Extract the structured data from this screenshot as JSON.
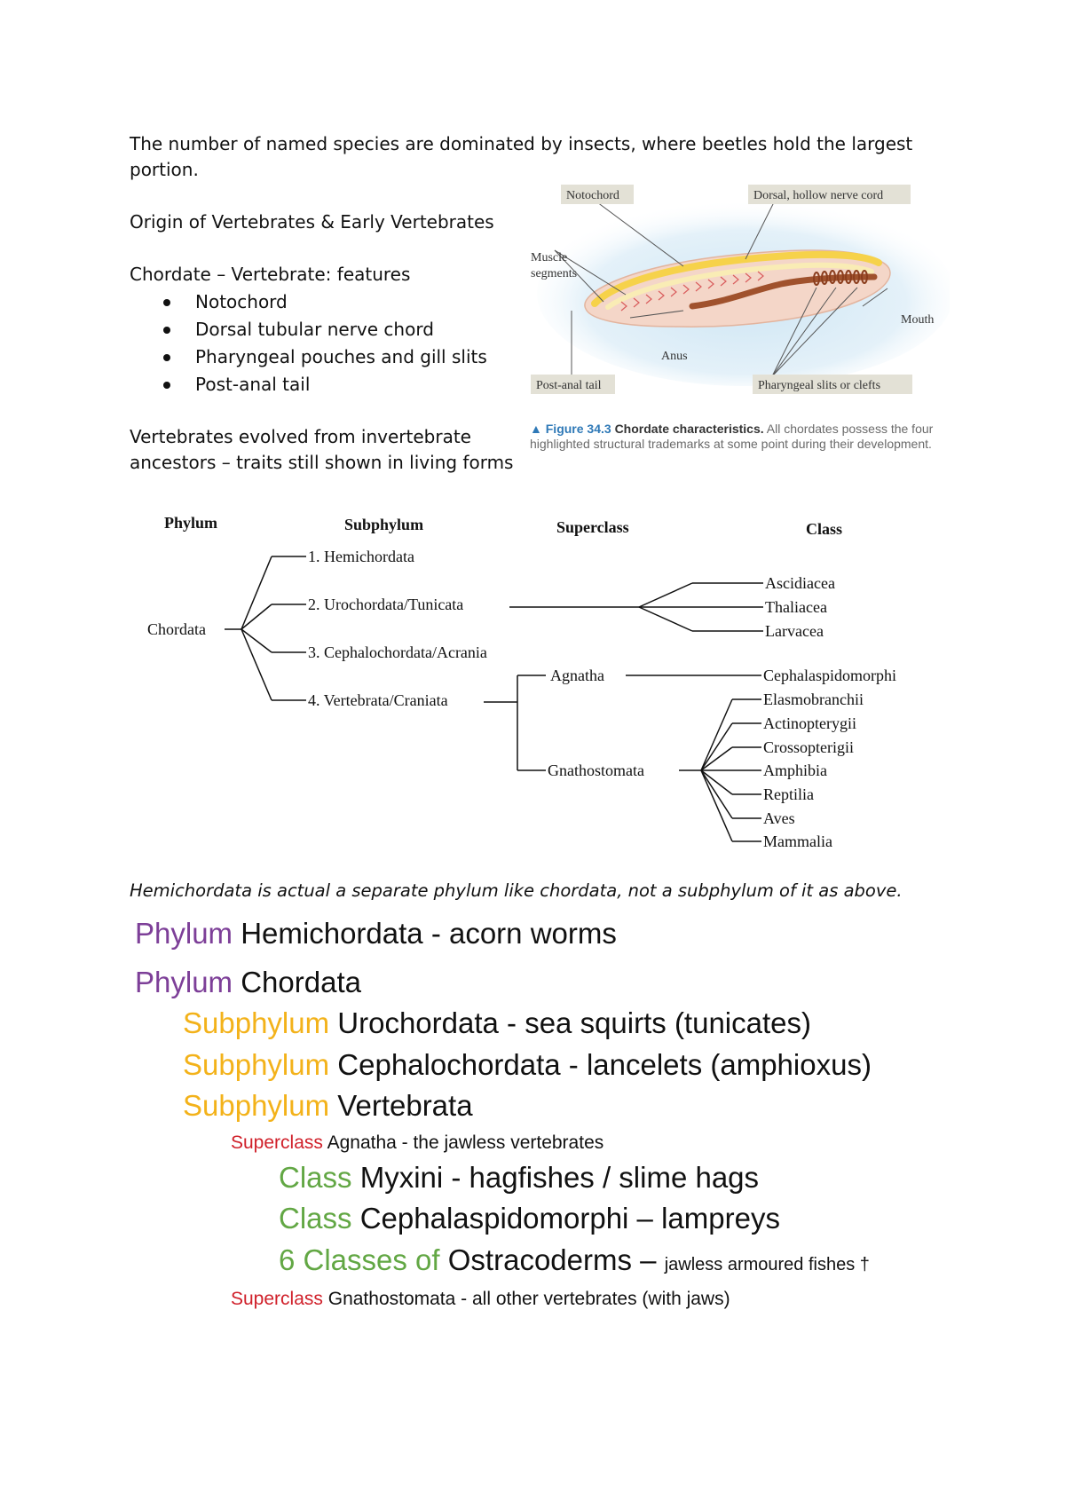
{
  "intro": {
    "line1": "The number of named species are dominated by insects, where beetles hold the largest",
    "line2": "portion."
  },
  "section_title": "Origin of Vertebrates & Early Vertebrates",
  "features": {
    "heading": "Chordate – Vertebrate: features",
    "items": [
      "Notochord",
      "Dorsal tubular nerve chord",
      "Pharyngeal pouches and gill slits",
      "Post-anal tail"
    ]
  },
  "evolution": {
    "line1": "Vertebrates evolved from invertebrate",
    "line2": "ancestors – traits still shown in living forms"
  },
  "figure": {
    "labels": {
      "notochord": "Notochord",
      "nerve_cord": "Dorsal, hollow nerve cord",
      "muscle1": "Muscle",
      "muscle2": "segments",
      "mouth": "Mouth",
      "anus": "Anus",
      "post_anal": "Post-anal tail",
      "pharyngeal": "Pharyngeal slits or clefts"
    },
    "caption": {
      "fig": "▲ Figure 34.3",
      "title": "Chordate characteristics.",
      "text": "All chordates possess the four highlighted structural trademarks at some point during their development."
    }
  },
  "tree": {
    "headers": {
      "phylum": "Phylum",
      "subphylum": "Subphylum",
      "superclass": "Superclass",
      "class": "Class"
    },
    "phylum": "Chordata",
    "subphyla": [
      "1.  Hemichordata",
      "2.  Urochordata/Tunicata",
      "3.  Cephalochordata/Acrania",
      "4.  Vertebrata/Craniata"
    ],
    "superclasses": [
      "Agnatha",
      "Gnathostomata"
    ],
    "uro_classes": [
      "Ascidiacea",
      "Thaliacea",
      "Larvacea"
    ],
    "agnatha_class": "Cephalaspidomorphi",
    "gnatho_classes": [
      "Elasmobranchii",
      "Actinopterygii",
      "Crossopterigii",
      "Amphibia",
      "Reptilia",
      "Aves",
      "Mammalia"
    ]
  },
  "note": "Hemichordata is actual a separate phylum like chordata, not a subphylum of it as above.",
  "taxonomy": [
    {
      "rank": "Phylum",
      "name": "Hemichordata - acorn worms"
    },
    {
      "rank": "Phylum",
      "name": "Chordata"
    },
    {
      "rank": "Subphylum",
      "name": "Urochordata - sea squirts (tunicates)"
    },
    {
      "rank": "Subphylum",
      "name": "Cephalochordata - lancelets (amphioxus)"
    },
    {
      "rank": "Subphylum",
      "name": "Vertebrata"
    },
    {
      "rank": "Superclass",
      "name": "Agnatha - the jawless vertebrates"
    },
    {
      "rank": "Class",
      "name": "Myxini - hagfishes / slime hags"
    },
    {
      "rank": "Class",
      "name": "Cephalaspidomorphi – lampreys"
    },
    {
      "rank": "6 Classes of",
      "name": "Ostracoderms –",
      "extra": "jawless armoured fishes †"
    },
    {
      "rank": "Superclass",
      "name": "Gnathostomata - all other vertebrates (with jaws)"
    }
  ],
  "colors": {
    "phylum": "#7d3f98",
    "subphylum": "#f3b21a",
    "superclass": "#d0202a",
    "class": "#62a744"
  }
}
